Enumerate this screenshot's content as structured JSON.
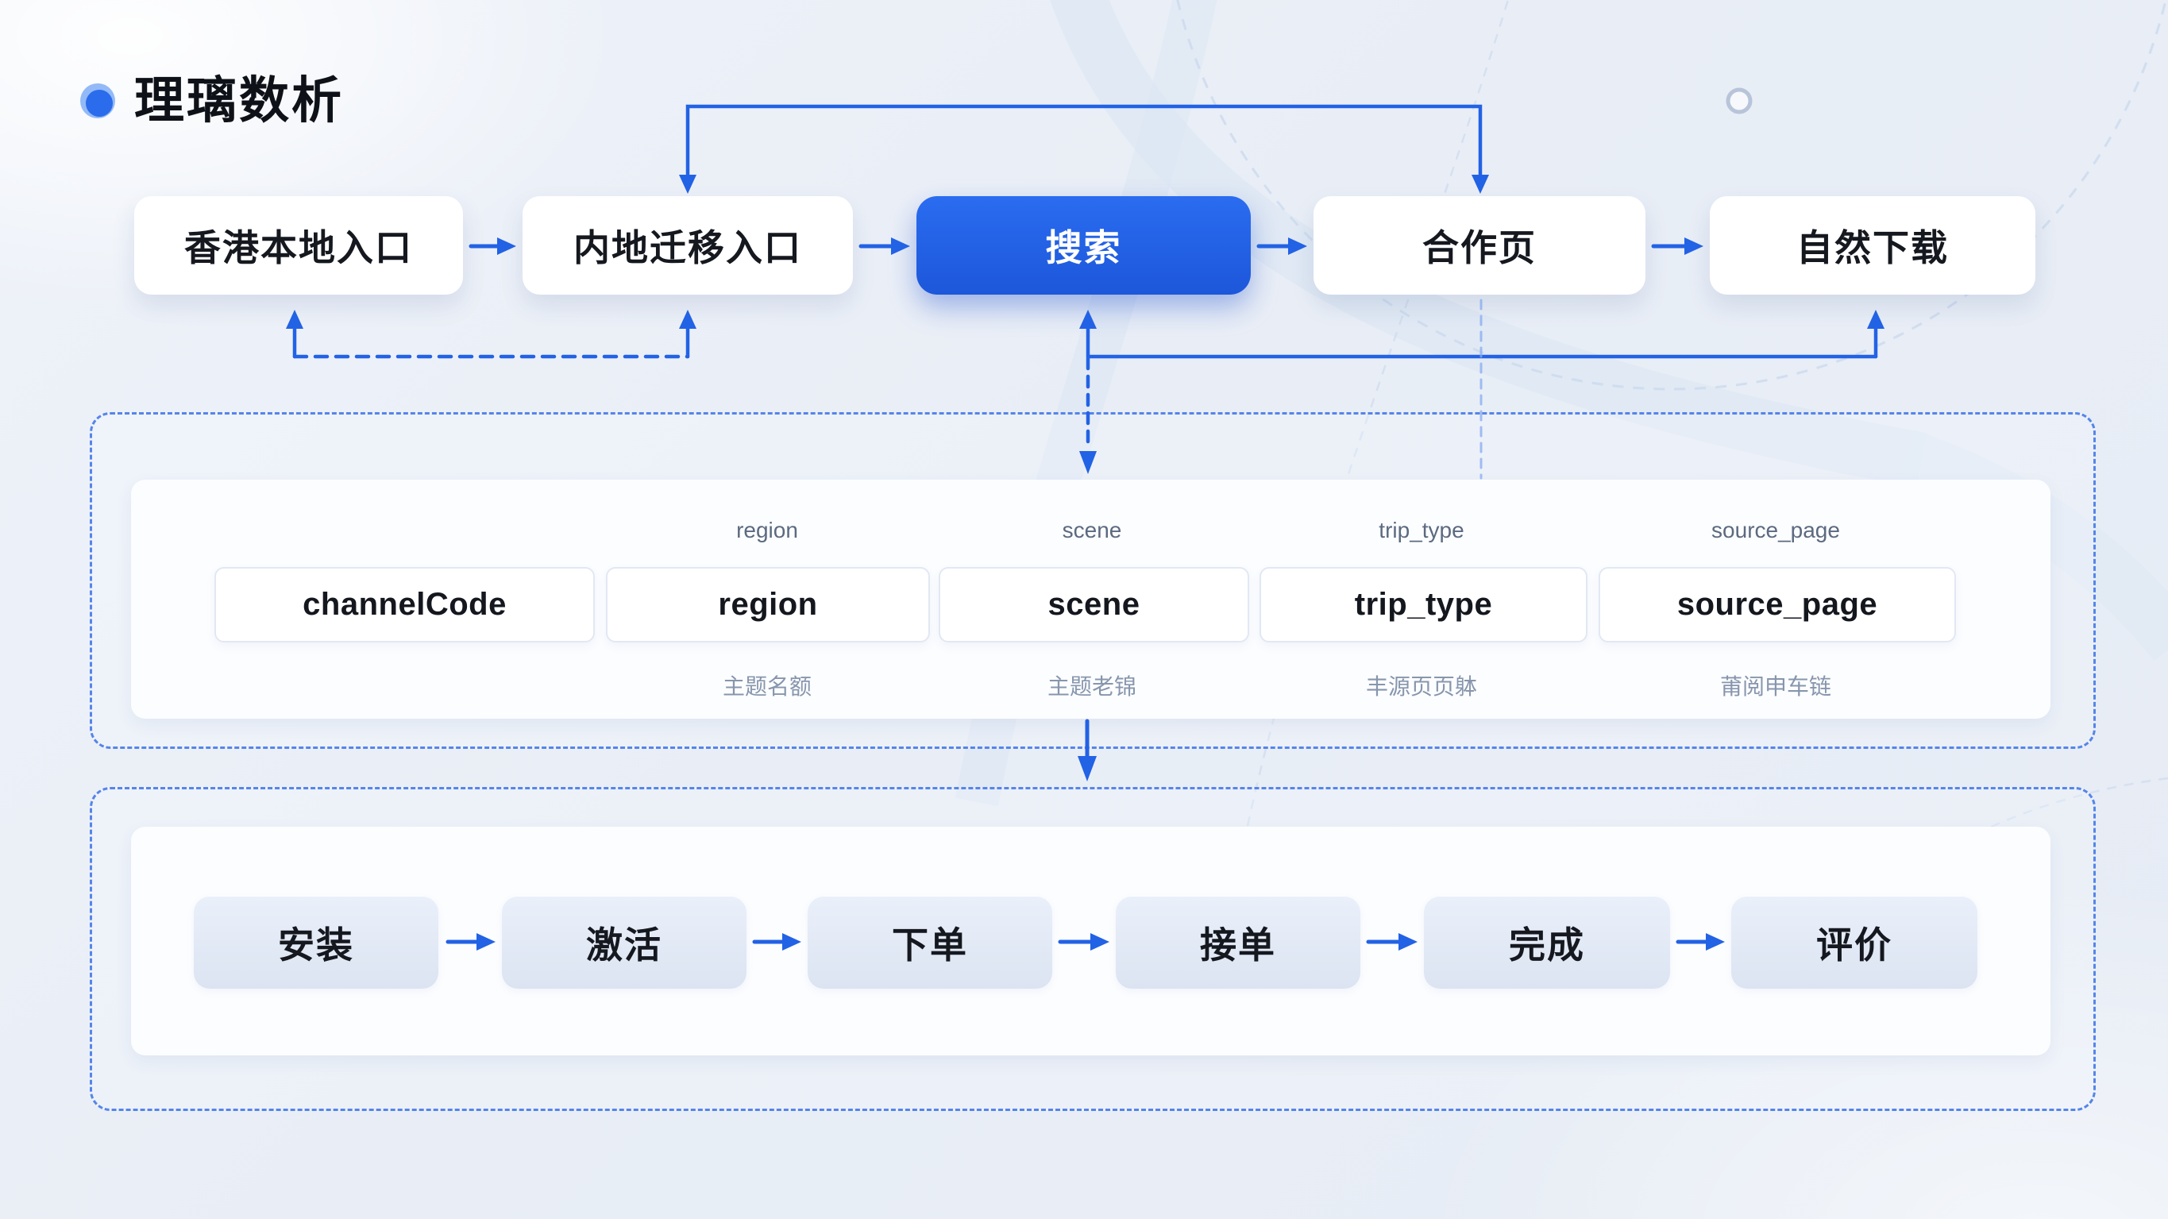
{
  "title": "理璃数析",
  "colors": {
    "accent": "#2262e5",
    "active_node_top": "#2a6cf0",
    "active_node_bottom": "#1d57da",
    "panel_dash": "#5585e9",
    "muted_label": "#5c6a80",
    "muted_label_light": "#8796ad"
  },
  "top_flow": {
    "nodes": [
      {
        "label": "香港本地入口",
        "active": false
      },
      {
        "label": "内地迁移入口",
        "active": false
      },
      {
        "label": "搜索",
        "active": true
      },
      {
        "label": "合作页",
        "active": false
      },
      {
        "label": "自然下载",
        "active": false
      }
    ]
  },
  "params": {
    "items": [
      {
        "value": "channelCode",
        "top_label": "",
        "bottom_label": ""
      },
      {
        "value": "region",
        "top_label": "region",
        "bottom_label": "主题名额"
      },
      {
        "value": "scene",
        "top_label": "scene",
        "bottom_label": "主题老锦"
      },
      {
        "value": "trip_type",
        "top_label": "trip_type",
        "bottom_label": "丰源页页躰"
      },
      {
        "value": "source_page",
        "top_label": "source_page",
        "bottom_label": "莆阅申车链"
      }
    ]
  },
  "bottom_flow": {
    "steps": [
      {
        "label": "安装"
      },
      {
        "label": "激活"
      },
      {
        "label": "下单"
      },
      {
        "label": "接单"
      },
      {
        "label": "完成"
      },
      {
        "label": "评价"
      }
    ]
  }
}
